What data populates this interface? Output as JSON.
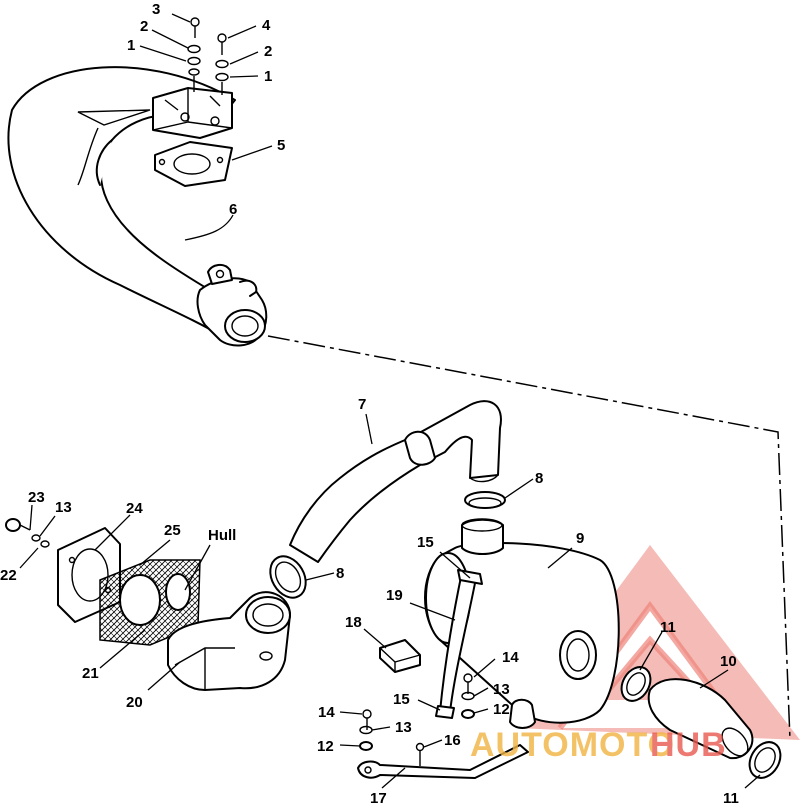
{
  "diagram": {
    "callouts": [
      {
        "id": "c3",
        "text": "3"
      },
      {
        "id": "c2a",
        "text": "2"
      },
      {
        "id": "c1a",
        "text": "1"
      },
      {
        "id": "c4",
        "text": "4"
      },
      {
        "id": "c2b",
        "text": "2"
      },
      {
        "id": "c1b",
        "text": "1"
      },
      {
        "id": "c5",
        "text": "5"
      },
      {
        "id": "c6",
        "text": "6"
      },
      {
        "id": "c7",
        "text": "7"
      },
      {
        "id": "c8a",
        "text": "8"
      },
      {
        "id": "c8b",
        "text": "8"
      },
      {
        "id": "c9",
        "text": "9"
      },
      {
        "id": "c23",
        "text": "23"
      },
      {
        "id": "c13a",
        "text": "13"
      },
      {
        "id": "c22",
        "text": "22"
      },
      {
        "id": "c24",
        "text": "24"
      },
      {
        "id": "c25",
        "text": "25"
      },
      {
        "id": "chull",
        "text": "Hull"
      },
      {
        "id": "c15a",
        "text": "15"
      },
      {
        "id": "c19",
        "text": "19"
      },
      {
        "id": "c18",
        "text": "18"
      },
      {
        "id": "c21",
        "text": "21"
      },
      {
        "id": "c20",
        "text": "20"
      },
      {
        "id": "c11a",
        "text": "11"
      },
      {
        "id": "c10",
        "text": "10"
      },
      {
        "id": "c14a",
        "text": "14"
      },
      {
        "id": "c13b",
        "text": "13"
      },
      {
        "id": "c12a",
        "text": "12"
      },
      {
        "id": "c15b",
        "text": "15"
      },
      {
        "id": "c14b",
        "text": "14"
      },
      {
        "id": "c13c",
        "text": "13"
      },
      {
        "id": "c12b",
        "text": "12"
      },
      {
        "id": "c16",
        "text": "16"
      },
      {
        "id": "c17",
        "text": "17"
      },
      {
        "id": "c11b",
        "text": "11"
      }
    ]
  },
  "watermark": {
    "brand_a": "AUTOMOTO",
    "brand_b": "HUB",
    "color": "#e85a4f",
    "accent": "#f2b441"
  }
}
